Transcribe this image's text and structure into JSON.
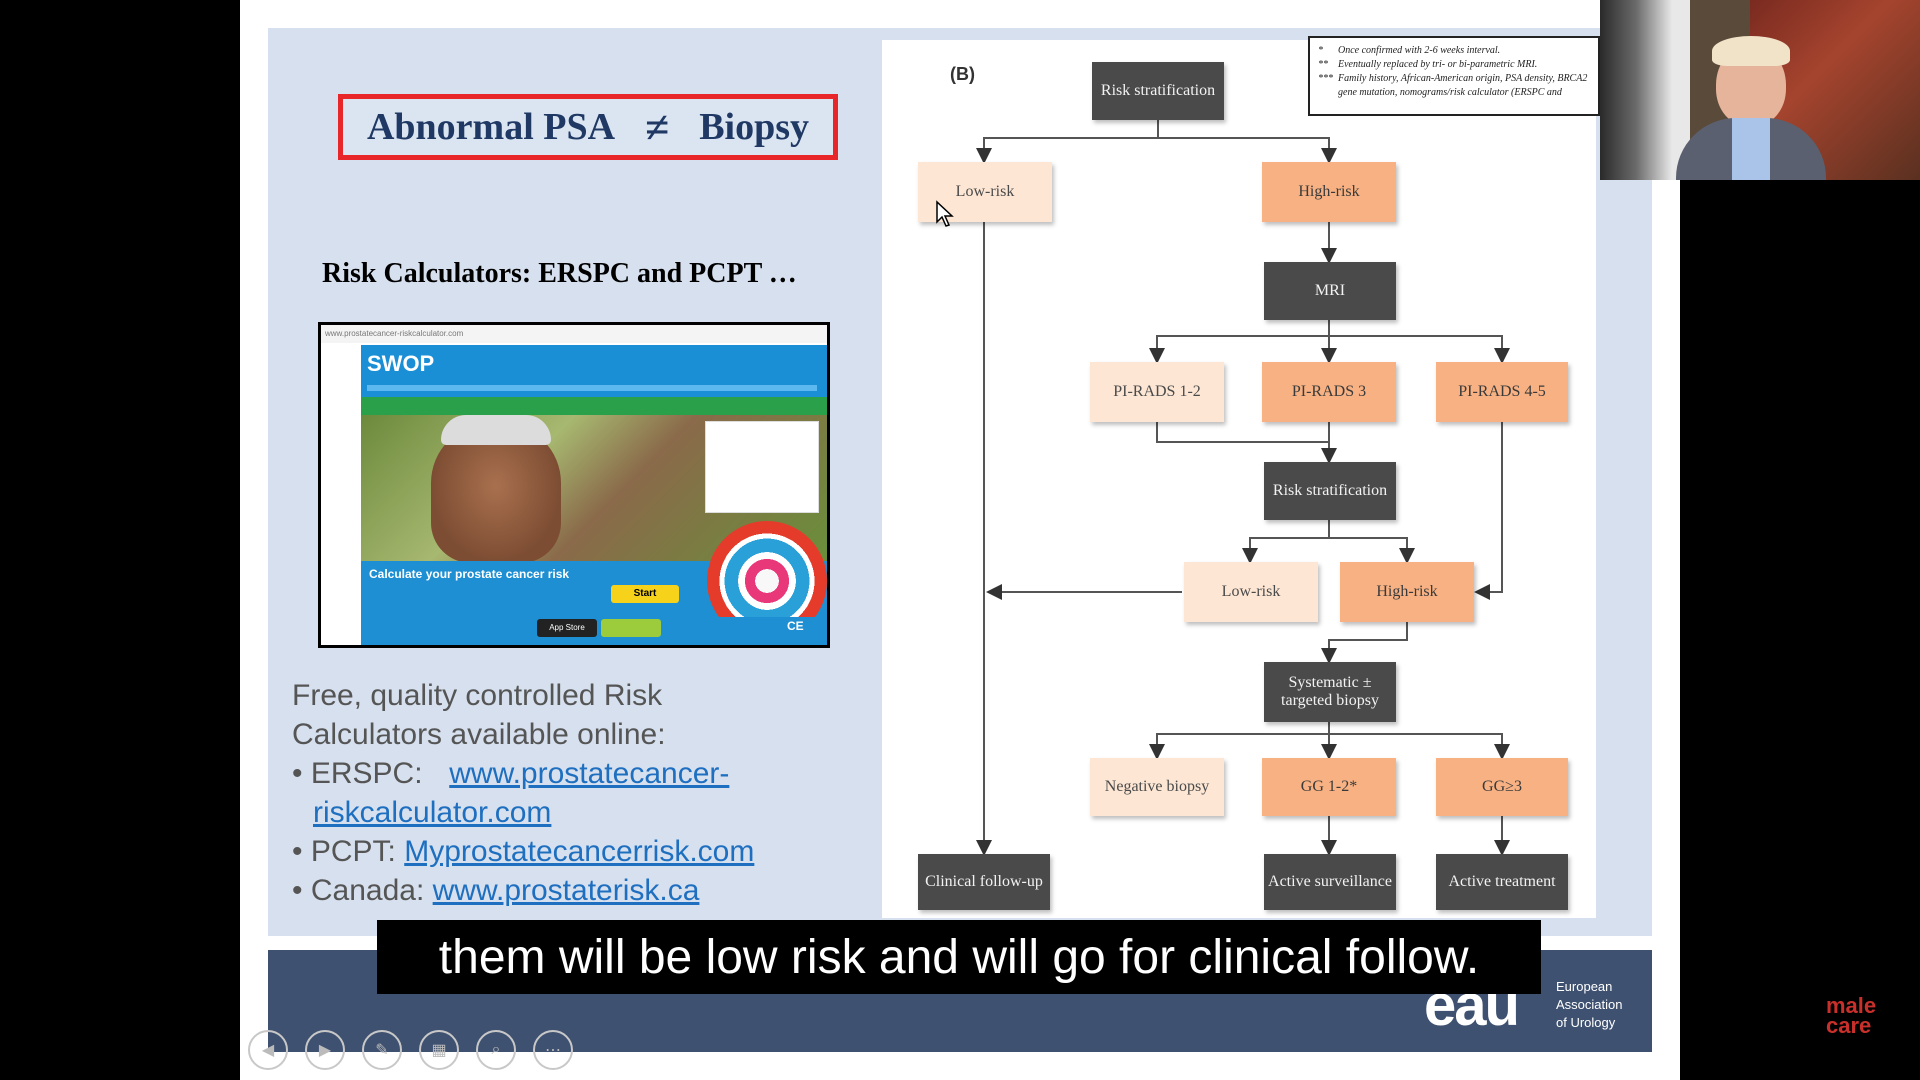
{
  "slide": {
    "title_left": "Abnormal PSA",
    "title_symbol": "≠",
    "title_right": "Biopsy",
    "subheading": "Risk Calculators: ERSPC and PCPT …",
    "screenshot": {
      "url_bar": "www.prostatecancer-riskcalculator.com",
      "logo": "SWOP",
      "banner_text": "Calculate your prostate cancer risk",
      "start_button": "Start",
      "app_store": "App Store",
      "ce_mark": "CE"
    },
    "intro_line1": "Free, quality controlled Risk",
    "intro_line2": "Calculators available online:",
    "items": [
      {
        "bullet": "•",
        "label": "ERSPC:",
        "link_line1": "www.prostatecancer-",
        "link_line2": "riskcalculator.com"
      },
      {
        "bullet": "•",
        "label": "PCPT:",
        "link": "Myprostatecancerrisk.com"
      },
      {
        "bullet": "•",
        "label": "Canada:",
        "link": "www.prostaterisk.ca"
      }
    ],
    "eau_logo": "eau",
    "eau_line1": "European",
    "eau_line2": "Association",
    "eau_line3": "of Urology"
  },
  "flowchart": {
    "panel_label": "(B)",
    "footnotes": [
      {
        "mark": "*",
        "text": "Once confirmed with 2-6 weeks interval."
      },
      {
        "mark": "**",
        "text": "Eventually replaced by tri- or bi-parametric MRI."
      },
      {
        "mark": "***",
        "text": "Family history, African-American origin, PSA density, BRCA2"
      },
      {
        "mark": "",
        "text": "gene mutation, nomograms/risk calculator (ERSPC and"
      }
    ],
    "nodes": {
      "risk1": "Risk stratification",
      "low1": "Low-risk",
      "high1": "High-risk",
      "mri": "MRI",
      "pirads12": "PI-RADS 1-2",
      "pirads3": "PI-RADS 3",
      "pirads45": "PI-RADS 4-5",
      "risk2": "Risk stratification",
      "low2": "Low-risk",
      "high2": "High-risk",
      "biopsy": "Systematic ± targeted biopsy",
      "neg": "Negative biopsy",
      "gg12": "GG 1-2*",
      "gg3": "GG≥3",
      "clinical": "Clinical follow-up",
      "surveillance": "Active surveillance",
      "treatment": "Active treatment"
    }
  },
  "caption": "them will be low risk and will go for clinical follow.",
  "watermark_line1": "male",
  "watermark_line2": "care",
  "controls": [
    {
      "name": "previous-slide-icon",
      "glyph": "◀"
    },
    {
      "name": "next-slide-icon",
      "glyph": "▶"
    },
    {
      "name": "pen-icon",
      "glyph": "✎"
    },
    {
      "name": "slides-grid-icon",
      "glyph": "▦"
    },
    {
      "name": "zoom-icon",
      "glyph": "⌕"
    },
    {
      "name": "more-options-icon",
      "glyph": "⋯"
    }
  ]
}
